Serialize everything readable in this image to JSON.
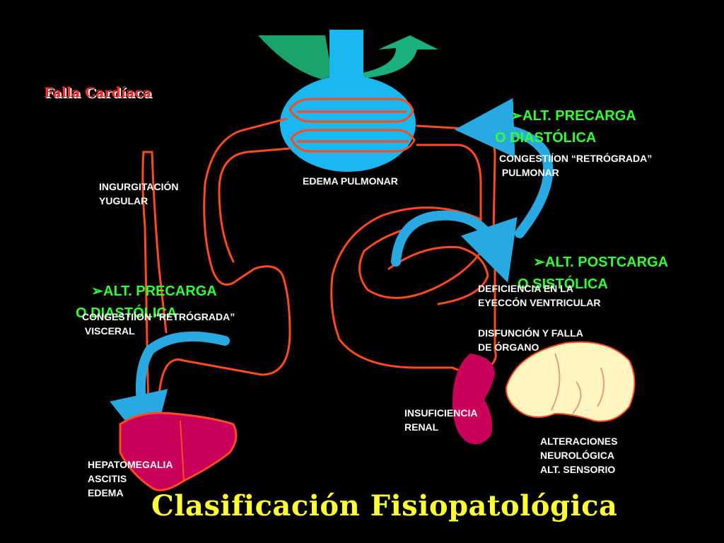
{
  "header": {
    "brand": "Falla Cardíaca"
  },
  "title": "Clasificación Fisiopatológica",
  "classifications": {
    "precarga_right": "ALT. PRECARGA\nO DIASTÓLICA",
    "precarga_left": "ALT. PRECARGA\nO DIASTÓLICA",
    "postcarga": "ALT. POSTCARGA\nO SISTÓLICA"
  },
  "labels": {
    "edema_pulmonar": "EDEMA PULMONAR",
    "congestion_pulmonar": "CONGESTIÍON “RETRÓGRADA”\n PULMONAR",
    "ingurgitacion": "INGURGITACIÓN\nYUGULAR",
    "congestion_visceral": "CONGESTIÍON “RETRÓGRADA”\n VISCERAL",
    "deficiencia": "DEFICIENCIA EN LA\nEYECCÓN VENTRICULAR",
    "disfuncion": "DISFUNCIÓN Y FALLA\nDE ÓRGANO",
    "insuficiencia": "INSUFICIENCIA\nRENAL",
    "alteraciones": "ALTERACIONES\nNEUROLÓGICA\nALT. SENSORIO",
    "hepatomegalia": "HEPATOMEGALIA\nASCITIS\nEDEMA"
  },
  "colors": {
    "background": "#000000",
    "vessels": "#ff4a1c",
    "lungs": "#1ab8f0",
    "arrows": "#29a9e1",
    "organs": "#c8005a",
    "brain": "#fff5c0",
    "classification_text": "#33ff33",
    "title_text": "#ffff33",
    "brand_text": "#ff2a2a"
  }
}
